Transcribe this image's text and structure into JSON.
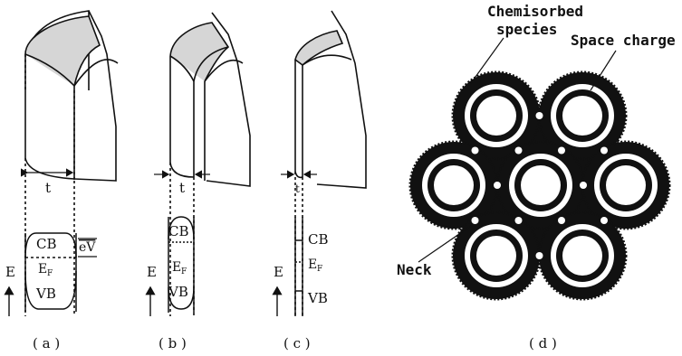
{
  "panels": {
    "a": {
      "caption": "( a )",
      "t": "t",
      "cb": "CB",
      "ev": "eV",
      "ef": "E",
      "ef_sub": "F",
      "vb": "VB",
      "e_axis": "E"
    },
    "b": {
      "caption": "( b )",
      "t": "t",
      "cb": "CB",
      "ef": "E",
      "ef_sub": "F",
      "vb": "VB",
      "e_axis": "E"
    },
    "c": {
      "caption": "( c )",
      "t": "t",
      "cb": "CB",
      "ef": "E",
      "ef_sub": "F",
      "vb": "VB",
      "e_axis": "E"
    },
    "d": {
      "caption": "( d )",
      "chemisorbed": "Chemisorbed species",
      "space_charge": "Space charge",
      "neck": "Neck"
    }
  },
  "colors": {
    "ink": "#111111",
    "shell_fill": "#d6d6d6",
    "paper": "#ffffff"
  }
}
